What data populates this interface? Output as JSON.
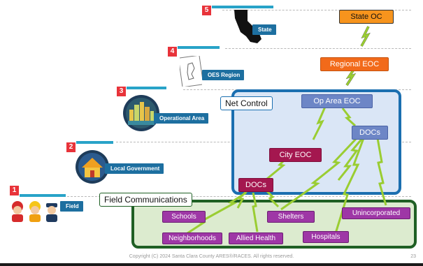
{
  "levels": [
    {
      "number": "5",
      "label": "State"
    },
    {
      "number": "4",
      "label": "OES Region"
    },
    {
      "number": "3",
      "label": "Operational Area"
    },
    {
      "number": "2",
      "label": "Local Government"
    },
    {
      "number": "1",
      "label": "Field"
    }
  ],
  "nodes": {
    "state_oc": "State OC",
    "regional_eoc": "Regional EOC",
    "op_area_eoc": "Op Area EOC",
    "docs_upper": "DOCs",
    "city_eoc": "City EOC",
    "docs_lower": "DOCs"
  },
  "groups": {
    "net_control": "Net Control",
    "field_communications": "Field Communications"
  },
  "field_sites": {
    "schools": "Schools",
    "shelters": "Shelters",
    "unincorporated": "Unincorporated",
    "neighborhoods": "Neighborhoods",
    "allied_health": "Allied Health",
    "hospitals": "Hospitals"
  },
  "footer": {
    "copyright": "Copyright (C) 2024 Santa Clara County ARES®/RACES. All rights reserved.",
    "page_number": "23"
  },
  "colors": {
    "net_control_border": "#1b6fb0",
    "field_comms_border": "#1f5f24",
    "lightning": "#9acd32",
    "level_badge": "#e8333a"
  }
}
